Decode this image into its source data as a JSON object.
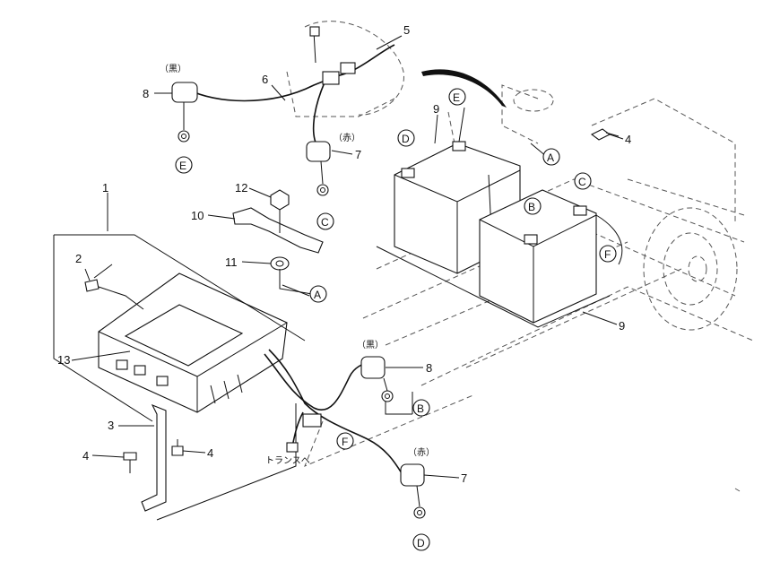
{
  "callouts": {
    "n1": "1",
    "n2": "2",
    "n3": "3",
    "n4a": "4",
    "n4b": "4",
    "n4c": "4",
    "n5": "5",
    "n6": "6",
    "n7a": "7",
    "n7b": "7",
    "n8a": "8",
    "n8b": "8",
    "n9a": "9",
    "n9b": "9",
    "n10": "10",
    "n11": "11",
    "n12": "12",
    "n13": "13"
  },
  "letters": {
    "A1": "A",
    "A2": "A",
    "B1": "B",
    "B2": "B",
    "C1": "C",
    "C2": "C",
    "D1": "D",
    "D2": "D",
    "E1": "E",
    "E2": "E",
    "F1": "F",
    "F2": "F"
  },
  "notes": {
    "black_top": "（黒）",
    "red_top": "（赤）",
    "black_bottom": "（黒）",
    "red_bottom": "（赤）",
    "to_transformer": "トランスへ"
  }
}
